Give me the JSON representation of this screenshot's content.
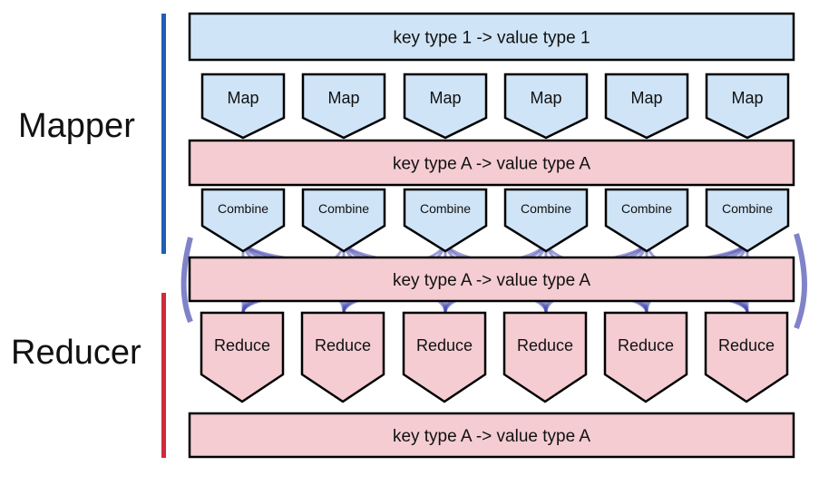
{
  "labels": {
    "mapper": "Mapper",
    "reducer": "Reducer"
  },
  "colors": {
    "mapper_bar": "#1f5fb5",
    "reducer_bar": "#d12a3c",
    "blue_fill": "#cfe4f7",
    "pink_fill": "#f4ccd2",
    "outline": "#000000",
    "shuffle": "#4a4fb0"
  },
  "bands": [
    {
      "text": "key type 1 -> value type 1",
      "fill": "blue"
    },
    {
      "text": "key type A -> value type A",
      "fill": "pink"
    },
    {
      "text": "key type A -> value type A",
      "fill": "pink"
    },
    {
      "text": "key type A -> value type A",
      "fill": "pink"
    }
  ],
  "map_row": [
    "Map",
    "Map",
    "Map",
    "Map",
    "Map",
    "Map"
  ],
  "combine_row": [
    "Combine",
    "Combine",
    "Combine",
    "Combine",
    "Combine",
    "Combine"
  ],
  "reduce_row": [
    "Reduce",
    "Reduce",
    "Reduce",
    "Reduce",
    "Reduce",
    "Reduce"
  ]
}
